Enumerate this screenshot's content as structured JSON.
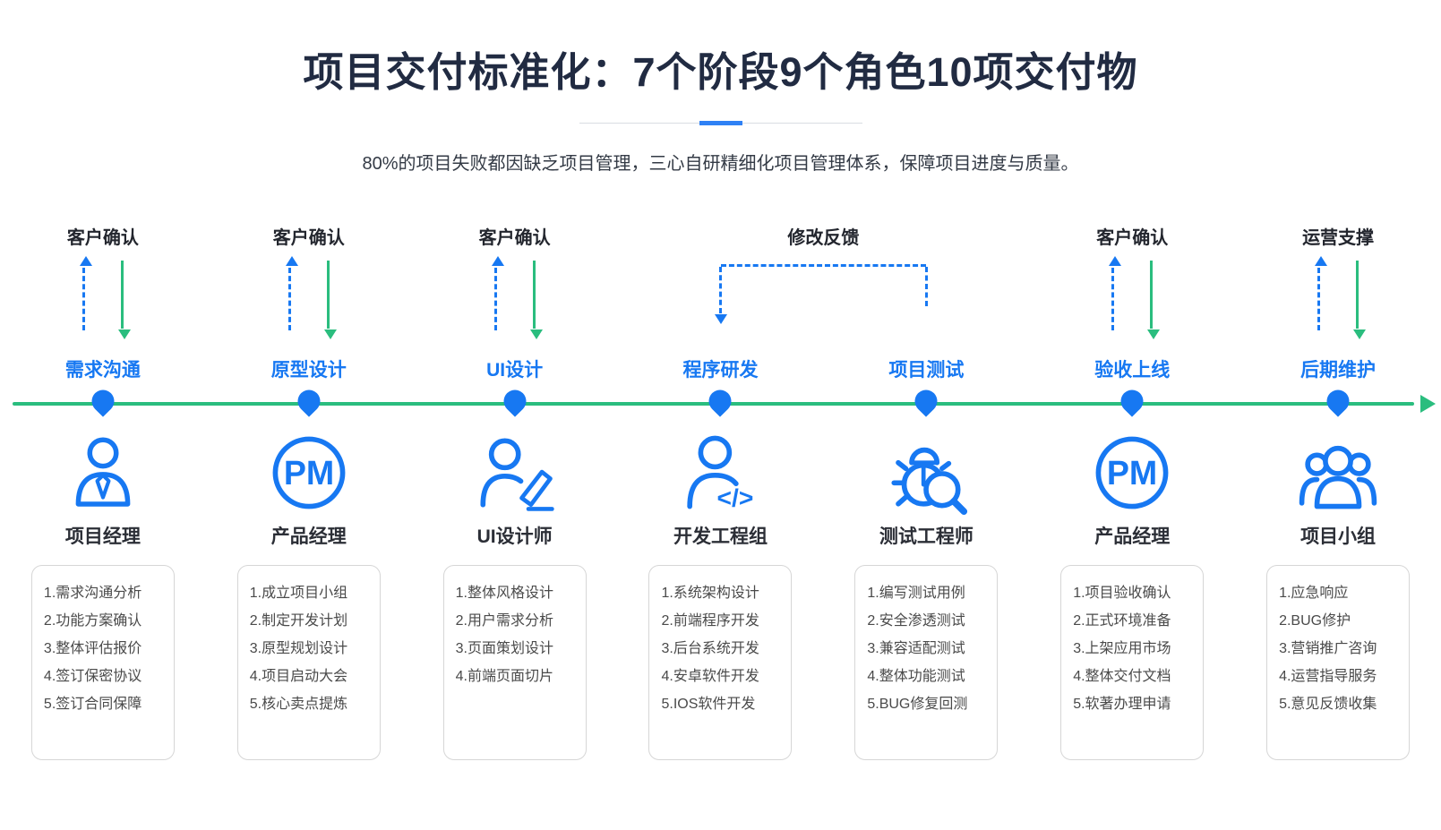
{
  "header": {
    "title": "项目交付标准化：7个阶段9个角色10项交付物",
    "subtitle": "80%的项目失败都因缺乏项目管理，三心自研精细化项目管理体系，保障项目进度与质量。"
  },
  "colors": {
    "accent_blue": "#1778f2",
    "timeline_green": "#2abd7e",
    "title_dark": "#212b42",
    "divider_blue": "#2f81f5"
  },
  "feedback": {
    "label": "修改反馈"
  },
  "stages": [
    {
      "top_label": "客户确认",
      "name": "需求沟通",
      "role": "项目经理",
      "icon": "manager-icon",
      "tasks": [
        "1.需求沟通分析",
        "2.功能方案确认",
        "3.整体评估报价",
        "4.签订保密协议",
        "5.签订合同保障"
      ]
    },
    {
      "top_label": "客户确认",
      "name": "原型设计",
      "role": "产品经理",
      "icon": "pm-icon",
      "tasks": [
        "1.成立项目小组",
        "2.制定开发计划",
        "3.原型规划设计",
        "4.项目启动大会",
        "5.核心卖点提炼"
      ]
    },
    {
      "top_label": "客户确认",
      "name": "UI设计",
      "role": "UI设计师",
      "icon": "designer-icon",
      "tasks": [
        "1.整体风格设计",
        "2.用户需求分析",
        "3.页面策划设计",
        "4.前端页面切片"
      ]
    },
    {
      "top_label": "",
      "name": "程序研发",
      "role": "开发工程组",
      "icon": "developer-icon",
      "tasks": [
        "1.系统架构设计",
        "2.前端程序开发",
        "3.后台系统开发",
        "4.安卓软件开发",
        "5.IOS软件开发"
      ]
    },
    {
      "top_label": "",
      "name": "项目测试",
      "role": "测试工程师",
      "icon": "tester-icon",
      "tasks": [
        "1.编写测试用例",
        "2.安全渗透测试",
        "3.兼容适配测试",
        "4.整体功能测试",
        "5.BUG修复回测"
      ]
    },
    {
      "top_label": "客户确认",
      "name": "验收上线",
      "role": "产品经理",
      "icon": "pm-icon",
      "tasks": [
        "1.项目验收确认",
        "2.正式环境准备",
        "3.上架应用市场",
        "4.整体交付文档",
        "5.软著办理申请"
      ]
    },
    {
      "top_label": "运营支撑",
      "name": "后期维护",
      "role": "项目小组",
      "icon": "team-icon",
      "tasks": [
        "1.应急响应",
        "2.BUG修护",
        "3.营销推广咨询",
        "4.运营指导服务",
        "5.意见反馈收集"
      ]
    }
  ]
}
